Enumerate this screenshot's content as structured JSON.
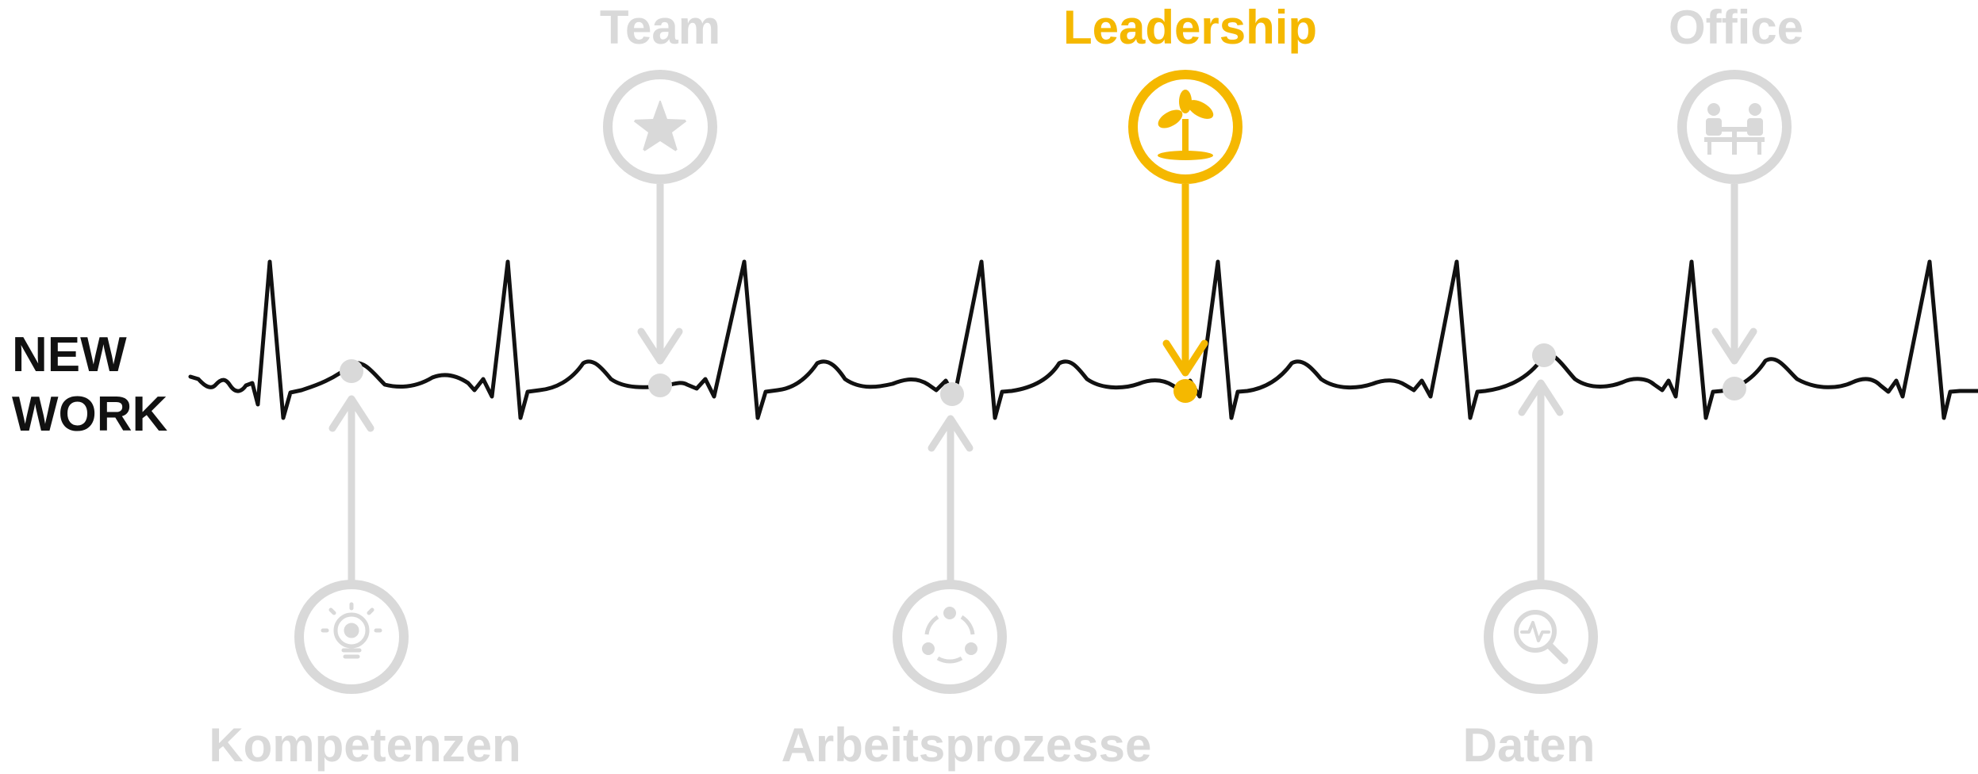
{
  "colors": {
    "inactive": "#d9d9d9",
    "active": "#f5b800",
    "line": "#111111",
    "background": "#ffffff"
  },
  "main_label": {
    "line1": "NEW",
    "line2": "WORK"
  },
  "nodes": {
    "team": {
      "title": "Team",
      "icon": "team-star-icon",
      "active": false
    },
    "leadership": {
      "title": "Leadership",
      "icon": "growing-plant-icon",
      "active": true
    },
    "office": {
      "title": "Office",
      "icon": "office-desk-icon",
      "active": false
    },
    "kompetenzen": {
      "title": "Kompetenzen",
      "icon": "lightbulb-gear-icon",
      "active": false
    },
    "arbeitsprozesse": {
      "title": "Arbeitsprozesse",
      "icon": "process-cycle-icon",
      "active": false
    },
    "daten": {
      "title": "Daten",
      "icon": "data-magnifier-icon",
      "active": false
    }
  }
}
